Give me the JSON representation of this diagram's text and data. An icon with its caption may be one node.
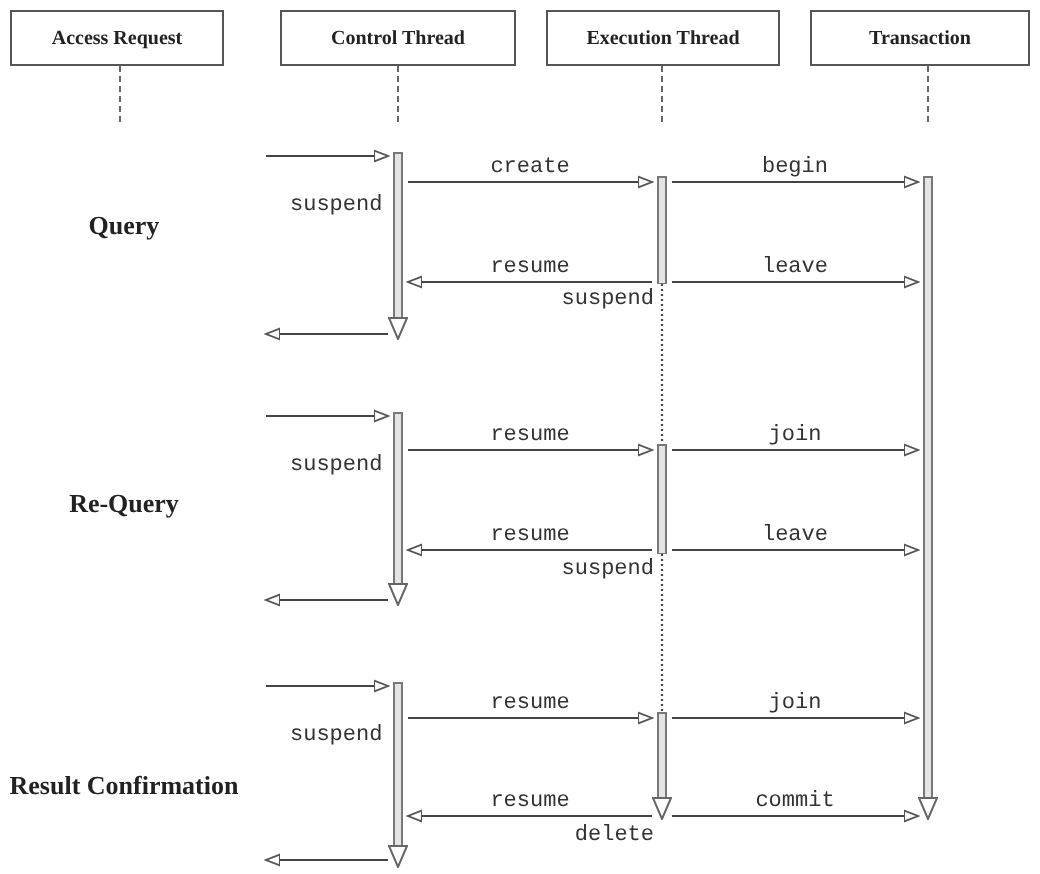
{
  "diagram": {
    "nodes": [
      {
        "text": [
          "Access Request"
        ]
      },
      {
        "text": [
          "Control Thread"
        ]
      },
      {
        "text": [
          "Execution Thread"
        ]
      },
      {
        "text": [
          "Transaction"
        ]
      },
      {
        "text": [],
        "shape": "bar",
        "beside": [
          "suspend"
        ]
      },
      {
        "text": [],
        "shape": "bar",
        "beside": [
          "suspend"
        ]
      },
      {
        "text": [],
        "shape": "bar"
      },
      {
        "text": [],
        "shape": "bar",
        "beside": [
          "suspend"
        ]
      },
      {
        "text": [],
        "shape": "bar",
        "beside": [
          "suspend"
        ]
      },
      {
        "text": [],
        "shape": "bar",
        "beside": [
          "suspend"
        ]
      },
      {
        "text": [],
        "shape": "bar",
        "beside": [
          "delete"
        ]
      }
    ],
    "edges": [
      {
        "from": null,
        "to": 4,
        "arrow": "to"
      },
      {
        "from": 4,
        "to": 5,
        "arrow": "to",
        "label": "create"
      },
      {
        "from": 5,
        "to": 6,
        "arrow": "to",
        "label": "begin"
      },
      {
        "from": 5,
        "to": 4,
        "arrow": "to",
        "label": "resume"
      },
      {
        "from": 5,
        "to": 6,
        "arrow": "to",
        "label": "leave"
      },
      {
        "from": 4,
        "to": null,
        "arrow": "to"
      },
      {
        "from": null,
        "to": 7,
        "arrow": "to"
      },
      {
        "from": 7,
        "to": 8,
        "arrow": "to",
        "label": "resume"
      },
      {
        "from": 8,
        "to": 6,
        "arrow": "to",
        "label": "join"
      },
      {
        "from": 8,
        "to": 7,
        "arrow": "to",
        "label": "resume"
      },
      {
        "from": 8,
        "to": 6,
        "arrow": "to",
        "label": "leave"
      },
      {
        "from": 7,
        "to": null,
        "arrow": "to"
      },
      {
        "from": null,
        "to": 9,
        "arrow": "to"
      },
      {
        "from": 9,
        "to": 10,
        "arrow": "to",
        "label": "resume"
      },
      {
        "from": 10,
        "to": 6,
        "arrow": "to",
        "label": "join"
      },
      {
        "from": 10,
        "to": 9,
        "arrow": "to",
        "label": "resume"
      },
      {
        "from": 10,
        "to": 6,
        "arrow": "to",
        "label": "commit"
      },
      {
        "from": 9,
        "to": null,
        "arrow": "to"
      },
      {
        "from": 5,
        "to": 8,
        "arrow": "none",
        "style": "dashed"
      },
      {
        "from": 8,
        "to": 10,
        "arrow": "none",
        "style": "dashed"
      }
    ],
    "labels": [
      "Query",
      "Re-Query",
      "Result Confirmation"
    ]
  }
}
